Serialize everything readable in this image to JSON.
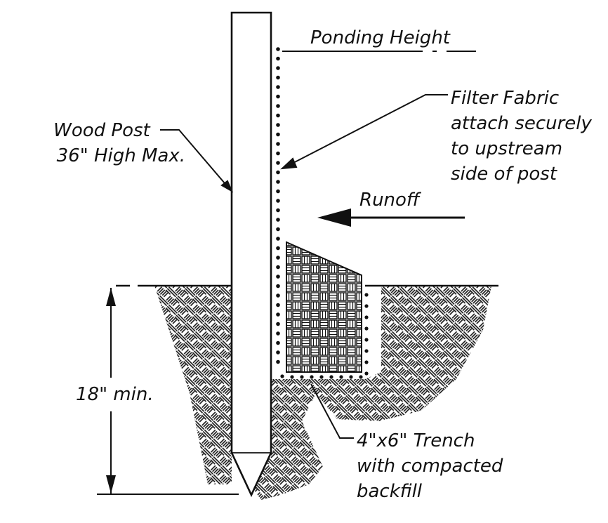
{
  "diagram": {
    "labels": {
      "ponding_height": "Ponding Height",
      "filter_fabric": [
        "Filter Fabric",
        "attach securely",
        "to upstream",
        "side of post"
      ],
      "wood_post": [
        "Wood Post",
        "36\" High Max."
      ],
      "runoff": "Runoff",
      "depth": "18\" min.",
      "trench": [
        "4\"x6\" Trench",
        "with compacted",
        "backfill"
      ]
    },
    "colors": {
      "line": "#111111",
      "background": "#ffffff"
    }
  }
}
